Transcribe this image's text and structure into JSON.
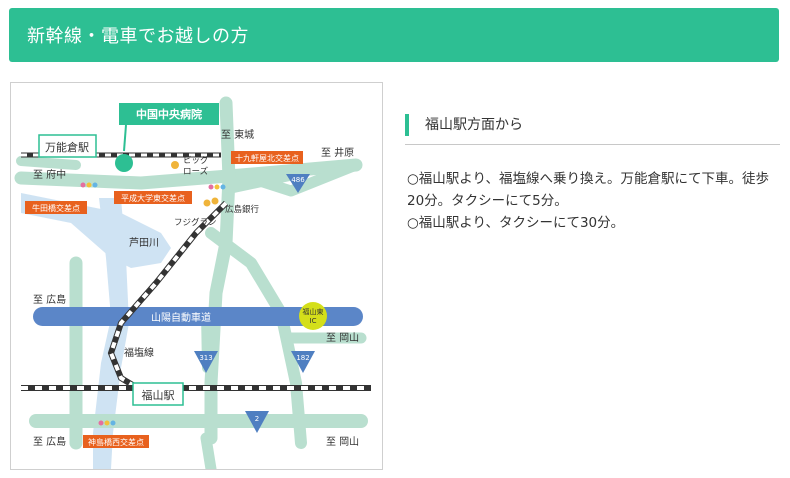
{
  "header": {
    "title": "新幹線・電車でお越しの方",
    "color": "#2dbf93"
  },
  "map": {
    "hospital": "中国中央病院",
    "stations": {
      "mannoukura": "万能倉駅",
      "fukuyama": "福山駅"
    },
    "directions": {
      "tojo": "至 東城",
      "ibara": "至 井原",
      "fuchu": "至 府中",
      "hiroshima_upper": "至 広島",
      "okayama_upper": "至 岡山",
      "hiroshima_lower": "至 広島",
      "okayama_lower": "至 岡山"
    },
    "intersections": {
      "ushitabashi": "牛田橋交差点",
      "heisei": "平成大学東交差点",
      "jukkenya": "十九軒屋北交差点",
      "kanjimabashi": "神島橋西交差点"
    },
    "landmarks": {
      "big_rose_line1": "ビッグ",
      "big_rose_line2": "ローズ",
      "fujigran": "フジグラン",
      "hiroshima_bank": "広島銀行"
    },
    "river": "芦田川",
    "expressway": "山陽自動車道",
    "interchange_line1": "福山東",
    "interchange_line2": "IC",
    "rail_line": "福塩線",
    "routes": {
      "r486": "486",
      "r313": "313",
      "r182": "182",
      "r2": "2"
    },
    "colors": {
      "road": "#b9dfcf",
      "expressway": "#5b86c8",
      "river": "#cfe3f3",
      "intersection": "#e8611e",
      "route_marker": "#4f7fc1",
      "interchange": "#d4df1a"
    }
  },
  "info": {
    "title": "福山駅方面から",
    "lines": [
      "○福山駅より、福塩線へ乗り換え。万能倉駅にて下車。徒歩20分。タクシーにて5分。",
      "○福山駅より、タクシーにて30分。"
    ]
  }
}
